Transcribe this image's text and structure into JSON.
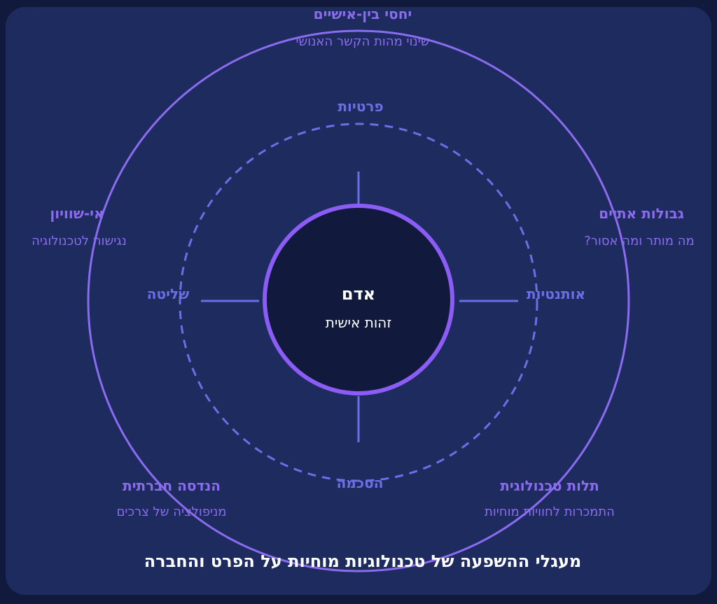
{
  "colors": {
    "background": "#1e2b5e",
    "frame": "#111a3d",
    "outer_ring": "#8b6cf0",
    "inner_ring": "#6a6fe6",
    "core_border": "#8b5cf6",
    "core_fill": "#111a3d"
  },
  "center": {
    "title": "אדם",
    "subtitle": "זהות אישית"
  },
  "inner": {
    "top": "פרטיות",
    "right": "אותנטיות",
    "bottom": "הסכמה",
    "left": "שליטה"
  },
  "outer": [
    {
      "title": "יחסי בין-אישיים",
      "subtitle": "שינוי מהות הקשר האנושי"
    },
    {
      "title": "גבולות אתיים",
      "subtitle": "מה מותר ומה אסור?"
    },
    {
      "title": "תלות טכנולוגית",
      "subtitle": "התמכרות לחוויות מוחיות"
    },
    {
      "title": "הנדסה חברתית",
      "subtitle": "מניפולציה של צרכים"
    },
    {
      "title": "אי-שוויון",
      "subtitle": "נגישות לטכנולוגיה"
    }
  ],
  "footer_title": "מעגלי ההשפעה של טכנולוגיות מוחיות על הפרט והחברה"
}
